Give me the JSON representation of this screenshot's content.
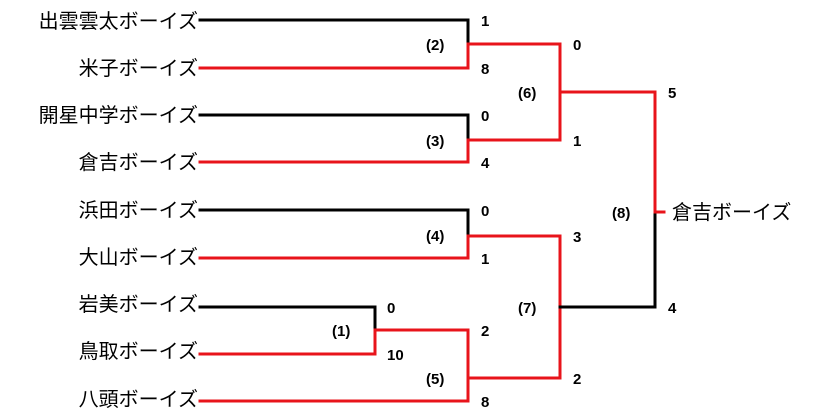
{
  "teams": [
    {
      "name": "出雲雲太ボーイズ"
    },
    {
      "name": "米子ボーイズ"
    },
    {
      "name": "開星中学ボーイズ"
    },
    {
      "name": "倉吉ボーイズ"
    },
    {
      "name": "浜田ボーイズ"
    },
    {
      "name": "大山ボーイズ"
    },
    {
      "name": "岩美ボーイズ"
    },
    {
      "name": "鳥取ボーイズ"
    },
    {
      "name": "八頭ボーイズ"
    }
  ],
  "games": [
    {
      "label": "(1)",
      "score_top": "0",
      "score_bottom": "10"
    },
    {
      "label": "(2)",
      "score_top": "1",
      "score_bottom": "8"
    },
    {
      "label": "(3)",
      "score_top": "0",
      "score_bottom": "4"
    },
    {
      "label": "(4)",
      "score_top": "0",
      "score_bottom": "1"
    },
    {
      "label": "(5)",
      "score_top": "2",
      "score_bottom": "8"
    },
    {
      "label": "(6)",
      "score_top": "0",
      "score_bottom": "1"
    },
    {
      "label": "(7)",
      "score_top": "3",
      "score_bottom": "2"
    },
    {
      "label": "(8)",
      "score_top": "5",
      "score_bottom": "4"
    }
  ],
  "champion": {
    "name": "倉吉ボーイズ"
  },
  "colors": {
    "winner_line": "#e8141b",
    "loser_line": "#000000"
  }
}
